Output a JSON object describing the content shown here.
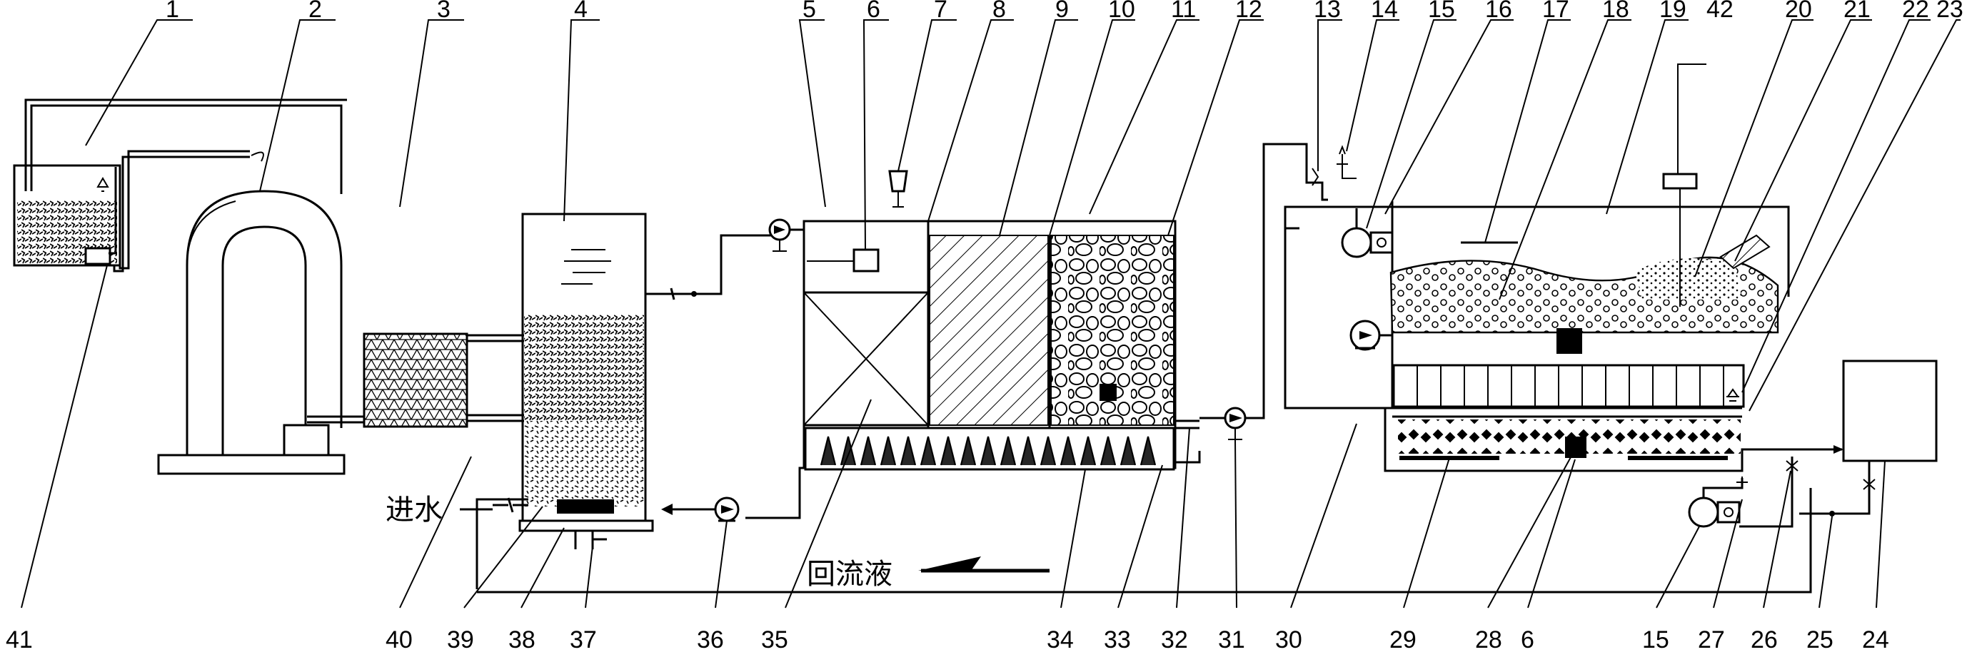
{
  "callouts": {
    "top": [
      "1",
      "2",
      "3",
      "4",
      "5",
      "6",
      "7",
      "8",
      "9",
      "10",
      "11",
      "12",
      "13",
      "14",
      "15",
      "16",
      "17",
      "18",
      "19",
      "42",
      "20",
      "21",
      "22",
      "23"
    ],
    "bottom": [
      "41",
      "40",
      "39",
      "38",
      "37",
      "36",
      "35",
      "34",
      "33",
      "32",
      "31",
      "30",
      "29",
      "28",
      "6",
      "15",
      "27",
      "26",
      "25",
      "24"
    ]
  },
  "labels": {
    "inlet": "进水",
    "reflux": "回流液"
  }
}
